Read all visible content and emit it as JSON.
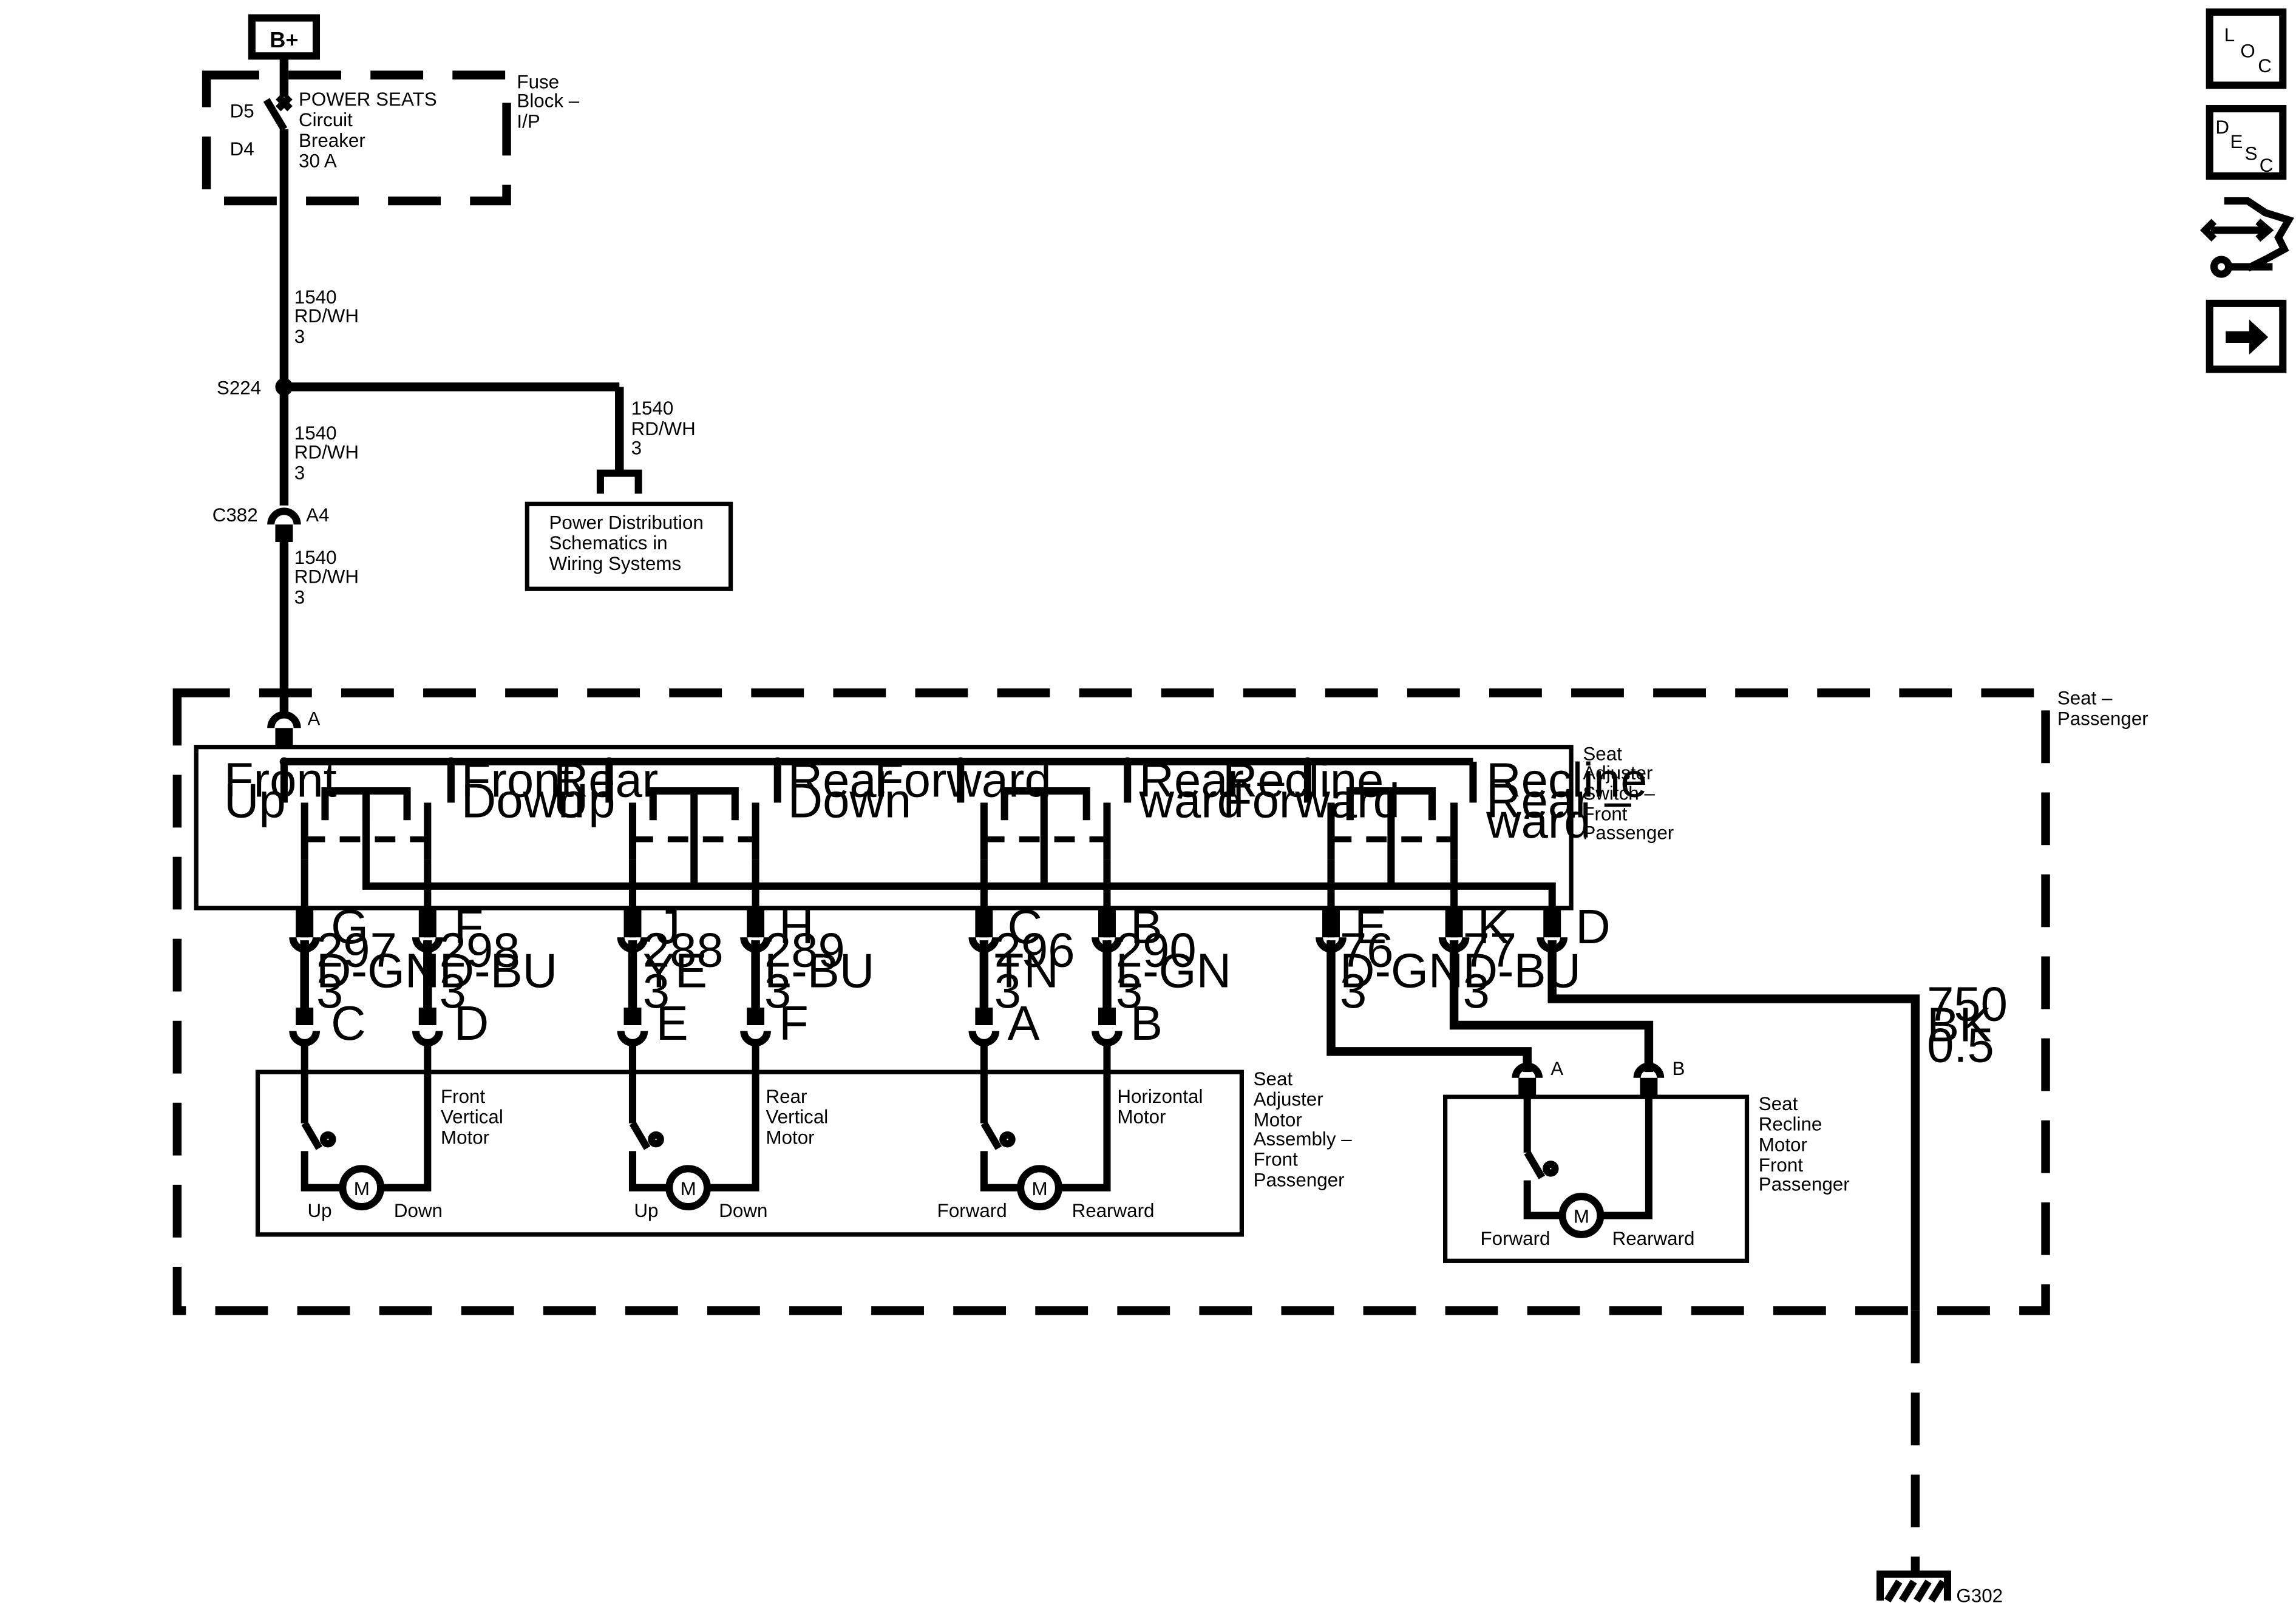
{
  "nav_icons": {
    "loc": [
      "L",
      "O",
      "C"
    ],
    "desc": [
      "D",
      "E",
      "S",
      "C"
    ]
  },
  "power": {
    "bplus": "B+",
    "fuse_pins": [
      "D5",
      "D4"
    ],
    "breaker_lines": [
      "POWER SEATS",
      "Circuit",
      "Breaker",
      "30 A"
    ],
    "fuse_block_label": [
      "Fuse",
      "Block –",
      "I/P"
    ]
  },
  "wires": {
    "feed_top": [
      "1540",
      "RD/WH",
      "3"
    ],
    "splice": "S224",
    "feed_mid": [
      "1540",
      "RD/WH",
      "3"
    ],
    "branch": [
      "1540",
      "RD/WH",
      "3"
    ],
    "connector": "C382",
    "connector_pin": "A4",
    "feed_bottom": [
      "1540",
      "RD/WH",
      "3"
    ],
    "ground_wire": [
      "750",
      "BK",
      "0.5"
    ],
    "ground": "G302"
  },
  "pds_box": [
    "Power Distribution",
    "Schematics in",
    "Wiring Systems"
  ],
  "seat_label": [
    "Seat –",
    "Passenger"
  ],
  "switch": {
    "title": [
      "Seat",
      "Adjuster",
      "Switch –",
      "Front",
      "Passenger"
    ],
    "input_pin": "A",
    "positions": [
      [
        "Front",
        "Up"
      ],
      [
        "Front",
        "Down"
      ],
      [
        "Rear",
        "Up"
      ],
      [
        "Rear",
        "Down"
      ],
      [
        "Forward"
      ],
      [
        "Rear –",
        "ward"
      ],
      [
        "Recline",
        "Forward"
      ],
      [
        "Recline",
        "Rear –",
        "ward"
      ]
    ],
    "out_pins": [
      "G",
      "F",
      "J",
      "H",
      "C",
      "B",
      "E",
      "K",
      "D"
    ],
    "out_wires": [
      [
        "297",
        "D-GN",
        "3"
      ],
      [
        "298",
        "D-BU",
        "3"
      ],
      [
        "288",
        "YE",
        "3"
      ],
      [
        "289",
        "L-BU",
        "3"
      ],
      [
        "296",
        "TN",
        "3"
      ],
      [
        "290",
        "L-GN",
        "3"
      ],
      [
        "76",
        "D-GN",
        "3"
      ],
      [
        "77",
        "D-BU",
        "3"
      ]
    ]
  },
  "motor_assembly": {
    "title": [
      "Seat",
      "Adjuster",
      "Motor",
      "Assembly –",
      "Front",
      "Passenger"
    ],
    "pins": [
      "C",
      "D",
      "E",
      "F",
      "A",
      "B"
    ],
    "motor_symbol": "M",
    "motors": [
      {
        "name": [
          "Front",
          "Vertical",
          "Motor"
        ],
        "left": "Up",
        "right": "Down"
      },
      {
        "name": [
          "Rear",
          "Vertical",
          "Motor"
        ],
        "left": "Up",
        "right": "Down"
      },
      {
        "name": [
          "Horizontal",
          "Motor"
        ],
        "left": "Forward",
        "right": "Rearward"
      }
    ]
  },
  "recline_motor": {
    "title": [
      "Seat",
      "Recline",
      "Motor",
      "Front",
      "Passenger"
    ],
    "pins": [
      "A",
      "B"
    ],
    "left": "Forward",
    "right": "Rearward",
    "motor_symbol": "M"
  }
}
